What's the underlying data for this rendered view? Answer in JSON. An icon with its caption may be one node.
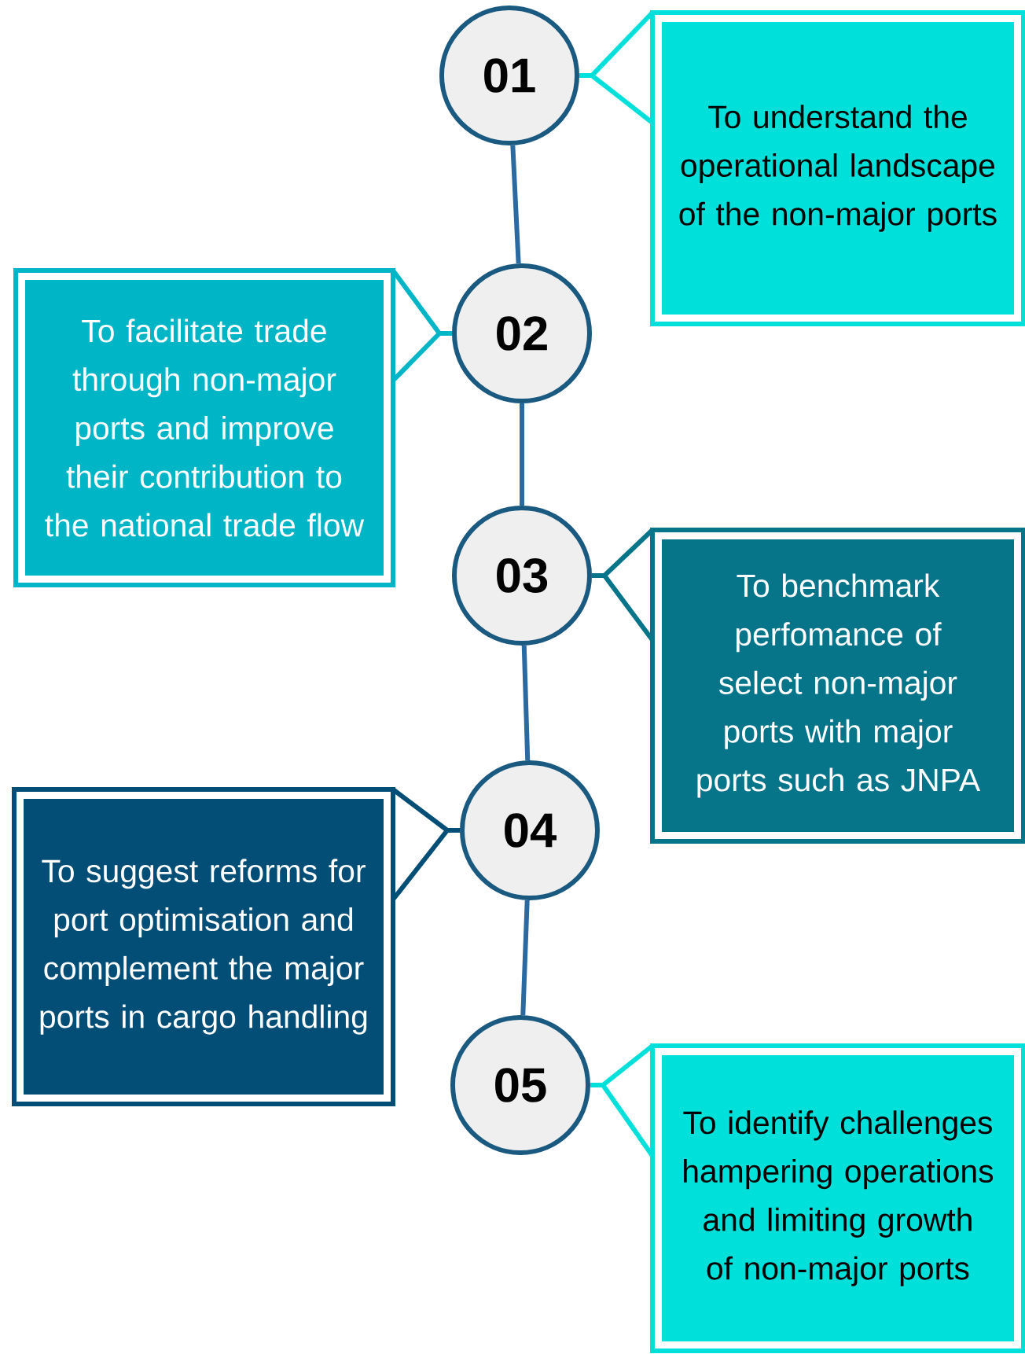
{
  "diagram": {
    "nodes": [
      {
        "text": [
          "01"
        ]
      },
      {
        "text": [
          "02"
        ]
      },
      {
        "text": [
          "03"
        ]
      },
      {
        "text": [
          "04"
        ]
      },
      {
        "text": [
          "05"
        ]
      },
      {
        "text": [
          "To understand the operational landscape of the non-major ports"
        ]
      },
      {
        "text": [
          "To facilitate trade through non-major ports and improve their contribution to the national trade flow"
        ]
      },
      {
        "text": [
          "To benchmark perfomance of select non-major ports with major ports such as JNPA"
        ]
      },
      {
        "text": [
          "To suggest reforms for port optimisation and complement the major ports in cargo handling"
        ]
      },
      {
        "text": [
          "To identify challenges hampering operations and limiting growth of non-major ports"
        ]
      }
    ],
    "edges": [
      {
        "from": 0,
        "to": 1,
        "arrow": "none"
      },
      {
        "from": 1,
        "to": 2,
        "arrow": "none"
      },
      {
        "from": 2,
        "to": 3,
        "arrow": "none"
      },
      {
        "from": 3,
        "to": 4,
        "arrow": "none"
      },
      {
        "from": 0,
        "to": 5,
        "arrow": "none",
        "color": "#00e0da"
      },
      {
        "from": 1,
        "to": 6,
        "arrow": "none",
        "color": "#00b5c6"
      },
      {
        "from": 2,
        "to": 7,
        "arrow": "none",
        "color": "#067489"
      },
      {
        "from": 3,
        "to": 8,
        "arrow": "none",
        "color": "#034e77"
      },
      {
        "from": 4,
        "to": 9,
        "arrow": "none",
        "color": "#00e0da"
      }
    ]
  }
}
